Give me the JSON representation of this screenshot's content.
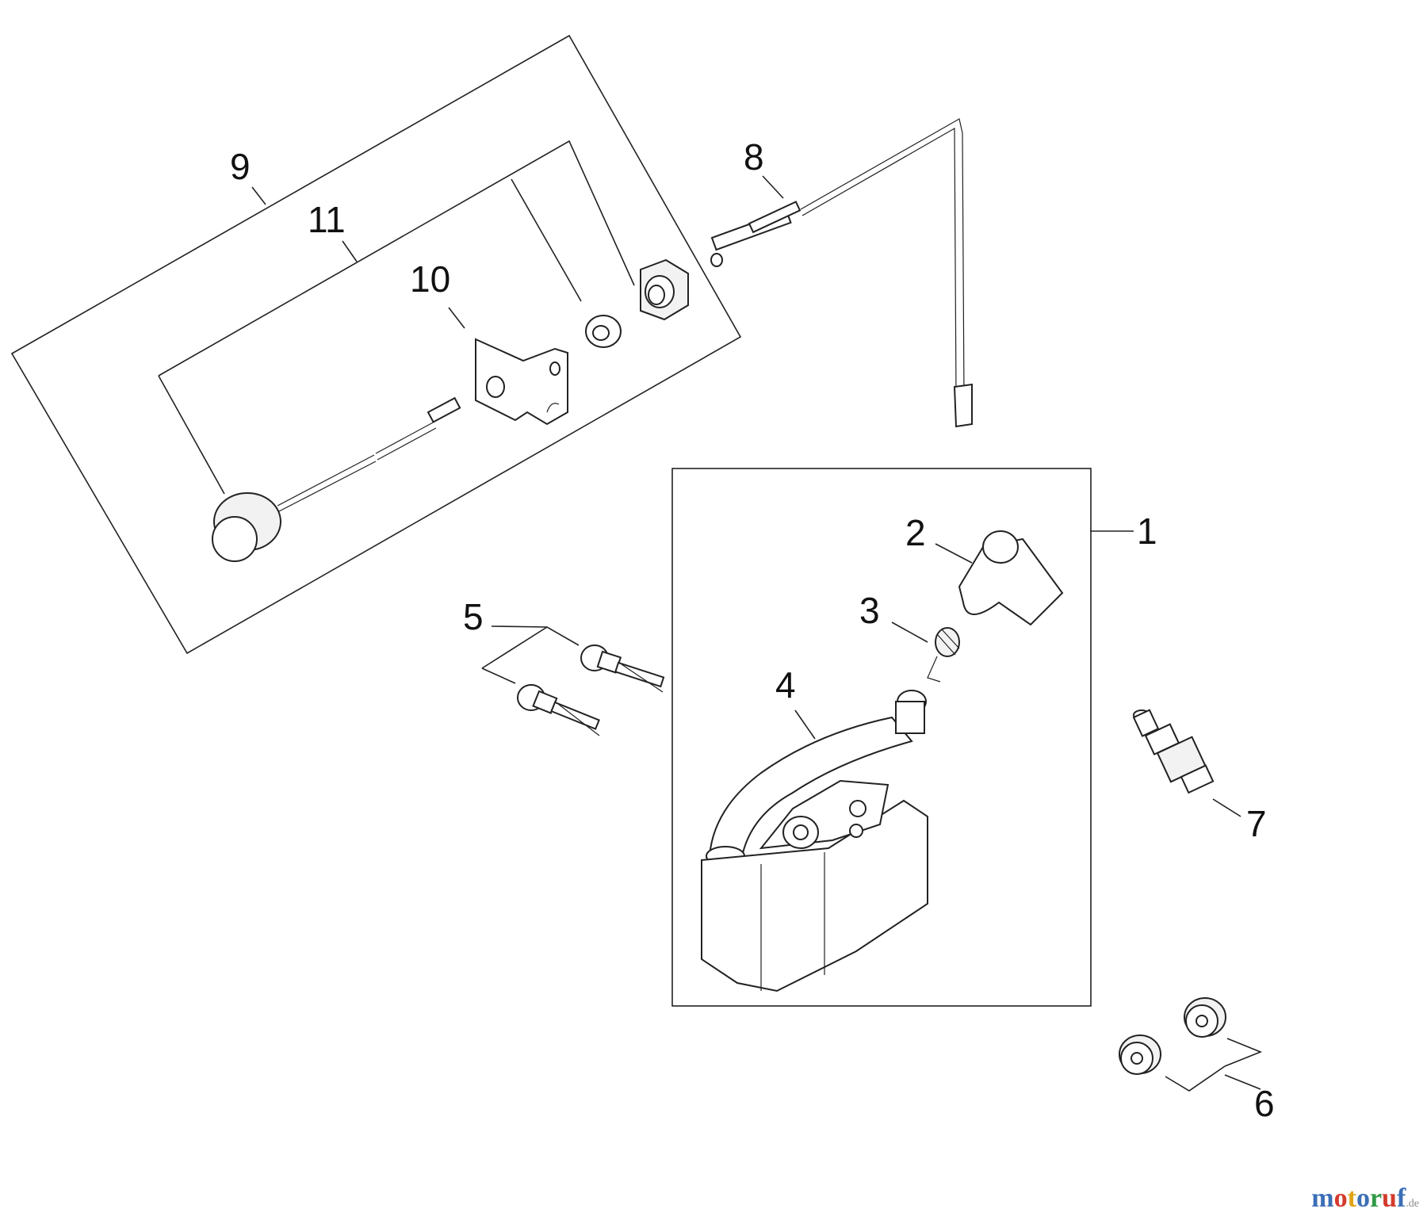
{
  "callouts": {
    "c1": "1",
    "c2": "2",
    "c3": "3",
    "c4": "4",
    "c5": "5",
    "c6": "6",
    "c7": "7",
    "c8": "8",
    "c9": "9",
    "c10": "10",
    "c11": "11"
  },
  "watermark": {
    "letters": [
      "m",
      "o",
      "t",
      "o",
      "r",
      "u",
      "f"
    ],
    "colors": [
      "#3b6fb6",
      "#d33a2c",
      "#e0a419",
      "#3b6fb6",
      "#2f9a45",
      "#d33a2c",
      "#3b6fb6"
    ],
    "suffix": ".de"
  }
}
